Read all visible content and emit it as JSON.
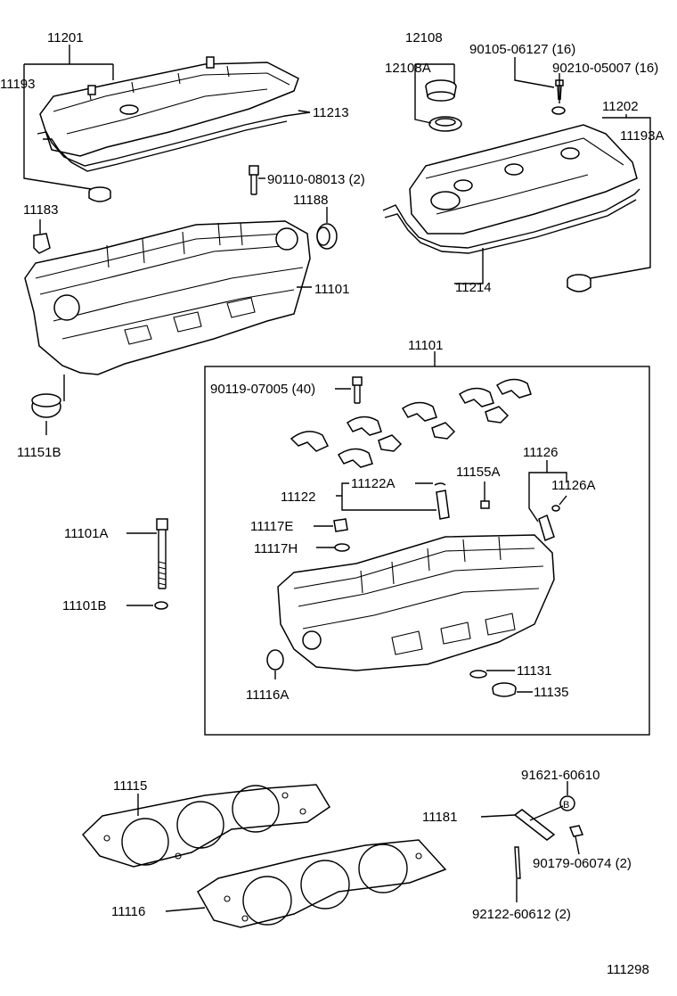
{
  "labels": {
    "l11201": "11201",
    "l11193": "11193",
    "l11213": "11213",
    "l12108": "12108",
    "l12108A": "12108A",
    "l90105": "90105-06127 (16)",
    "l90210": "90210-05007 (16)",
    "l11202": "11202",
    "l11193A": "11193A",
    "l90110": "90110-08013 (2)",
    "l11188": "11188",
    "l11183": "11183",
    "l11101top": "11101",
    "l11214": "11214",
    "l11101box": "11101",
    "l11151B": "11151B",
    "l90119": "90119-07005 (40)",
    "l11126": "11126",
    "l11155A": "11155A",
    "l11126A": "11126A",
    "l11122": "11122",
    "l11122A": "11122A",
    "l11117E": "11117E",
    "l11117H": "11117H",
    "l11101A": "11101A",
    "l11101B": "11101B",
    "l11131": "11131",
    "l11135": "11135",
    "l11116A": "11116A",
    "l11115": "11115",
    "l91621": "91621-60610",
    "lB": "B",
    "l11181": "11181",
    "l90179": "90179-06074 (2)",
    "l11116": "11116",
    "l92122": "92122-60612 (2)",
    "l111298": "111298"
  }
}
